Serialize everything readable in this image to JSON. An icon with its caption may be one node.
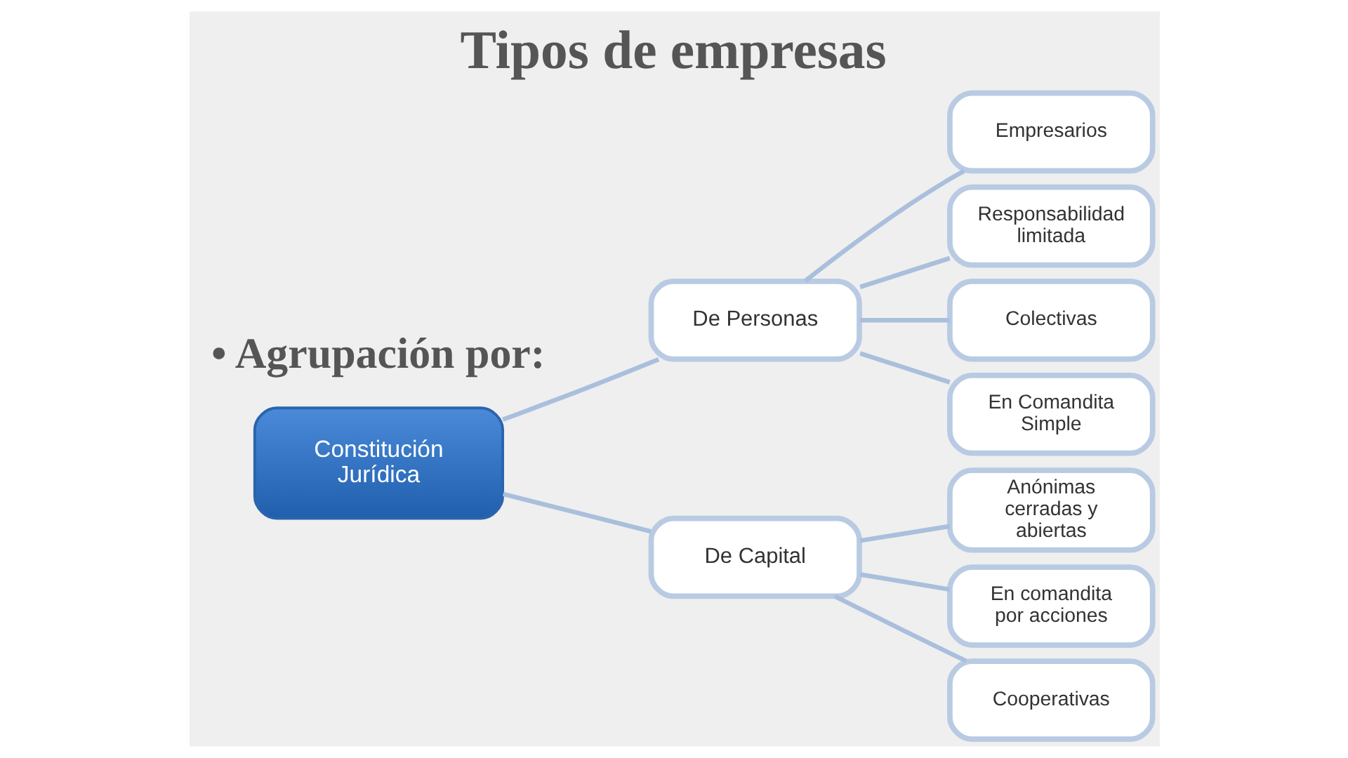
{
  "diagram": {
    "title": "Tipos de empresas",
    "nodes": [
      {
        "text": [
          "Constitución Jurídica"
        ]
      },
      {
        "text": [
          "De Personas"
        ]
      },
      {
        "text": [
          "Empresarios"
        ]
      },
      {
        "text": [
          "Responsabilidad limitada"
        ]
      },
      {
        "text": [
          "Colectivas"
        ]
      },
      {
        "text": [
          "En Comandita Simple"
        ]
      },
      {
        "text": [
          "De Capital"
        ]
      },
      {
        "text": [
          "Anónimas cerradas y abiertas"
        ]
      },
      {
        "text": [
          "En comandita por acciones"
        ]
      },
      {
        "text": [
          "Cooperativas"
        ]
      }
    ],
    "edges": [
      {
        "from": 0,
        "to": 1,
        "arrow": "none"
      },
      {
        "from": 0,
        "to": 6,
        "arrow": "none"
      },
      {
        "from": 1,
        "to": 2,
        "arrow": "none"
      },
      {
        "from": 1,
        "to": 3,
        "arrow": "none"
      },
      {
        "from": 1,
        "to": 4,
        "arrow": "none"
      },
      {
        "from": 1,
        "to": 5,
        "arrow": "none"
      },
      {
        "from": 6,
        "to": 7,
        "arrow": "none"
      },
      {
        "from": 6,
        "to": 8,
        "arrow": "none"
      },
      {
        "from": 6,
        "to": 9,
        "arrow": "none"
      }
    ],
    "labels": [
      "• Agrupación por:"
    ]
  }
}
